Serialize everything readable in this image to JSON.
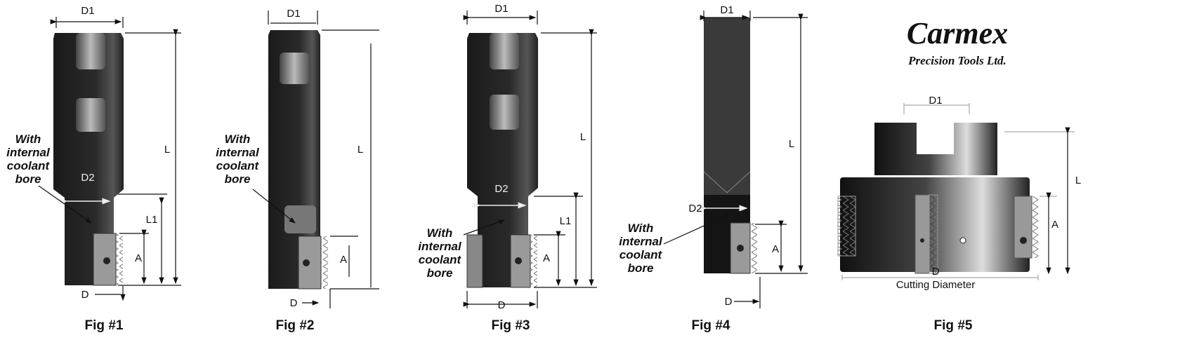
{
  "figures": [
    {
      "caption": "Fig #1",
      "labels": {
        "D1": "D1",
        "D2": "D2",
        "L": "L",
        "L1": "L1",
        "A": "A",
        "D": "D"
      },
      "note": [
        "With",
        "internal",
        "coolant",
        "bore"
      ]
    },
    {
      "caption": "Fig #2",
      "labels": {
        "D1": "D1",
        "L": "L",
        "A": "A",
        "D": "D"
      },
      "note": [
        "With",
        "internal",
        "coolant",
        "bore"
      ]
    },
    {
      "caption": "Fig #3",
      "labels": {
        "D1": "D1",
        "D2": "D2",
        "L": "L",
        "L1": "L1",
        "A": "A",
        "D": "D"
      },
      "note": [
        "With",
        "internal",
        "coolant",
        "bore"
      ]
    },
    {
      "caption": "Fig #4",
      "labels": {
        "D1": "D1",
        "D2": "D2",
        "L": "L",
        "A": "A",
        "D": "D"
      },
      "note": [
        "With",
        "internal",
        "coolant",
        "bore"
      ]
    },
    {
      "caption": "Fig #5",
      "labels": {
        "D1": "D1",
        "L": "L",
        "A": "A",
        "D": "D",
        "cutting": "Cutting Diameter"
      }
    }
  ],
  "logo": {
    "name": "Carmex",
    "tagline": "Precision Tools Ltd."
  }
}
